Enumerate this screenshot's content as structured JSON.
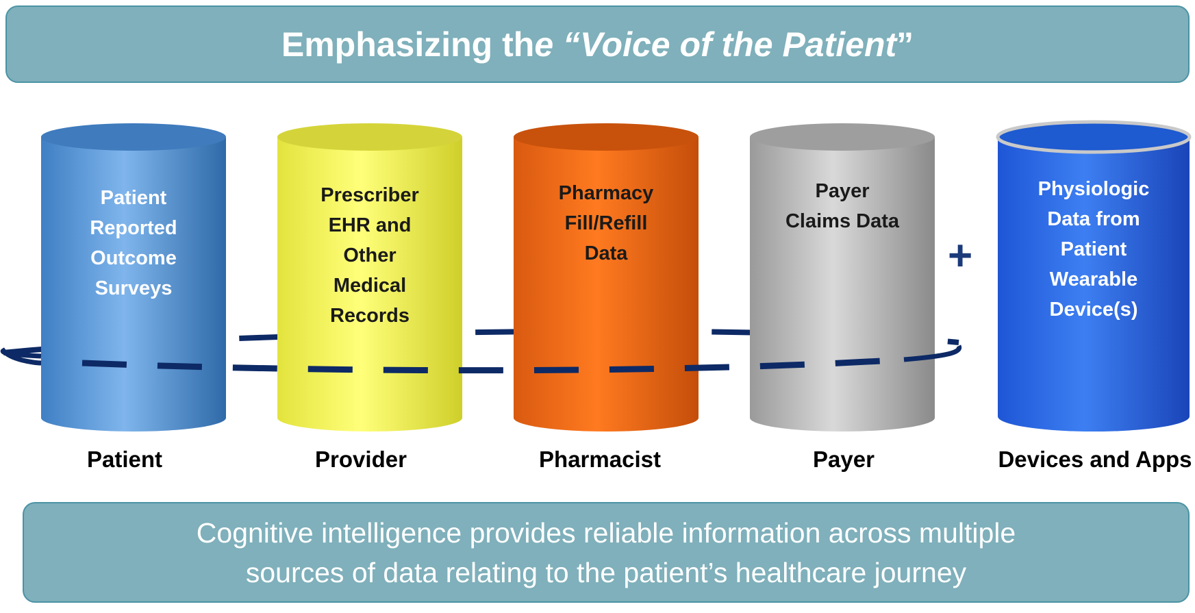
{
  "header": {
    "title_prefix": "Emphasizing th",
    "title_e": "e",
    "title_quoted": "“Voice of the Patient",
    "title_close": "”"
  },
  "sources": [
    {
      "label": "Patient",
      "text": "Patient\nReported\nOutcome\nSurveys",
      "color": "#5b9bd5"
    },
    {
      "label": "Provider",
      "text": "Prescriber\nEHR and\nOther\nMedical\nRecords",
      "color": "#f2f25a"
    },
    {
      "label": "Pharmacist",
      "text": "Pharmacy\nFill/Refill\nData",
      "color": "#f07020"
    },
    {
      "label": "Payer",
      "text": "Payer\nClaims Data",
      "color": "#b8b8b8"
    },
    {
      "label": "Devices and Apps",
      "text": "Physiologic\nData from\nPatient\nWearable\nDevice(s)",
      "color": "#2f6ee8"
    }
  ],
  "connector": {
    "symbol": "+"
  },
  "footer": {
    "line1": "Cognitive intelligence provides reliable information across multiple",
    "line2": "sources of data relating to the patient’s healthcare journey"
  }
}
